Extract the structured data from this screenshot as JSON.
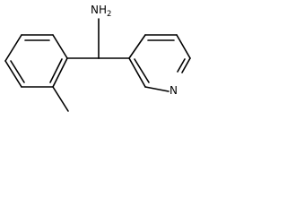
{
  "molecule": {
    "atom_labels": {
      "amine": "NH",
      "amine_subscript": "2",
      "pyridine_n": "N"
    },
    "line_color": "#000000",
    "background": "#ffffff"
  }
}
